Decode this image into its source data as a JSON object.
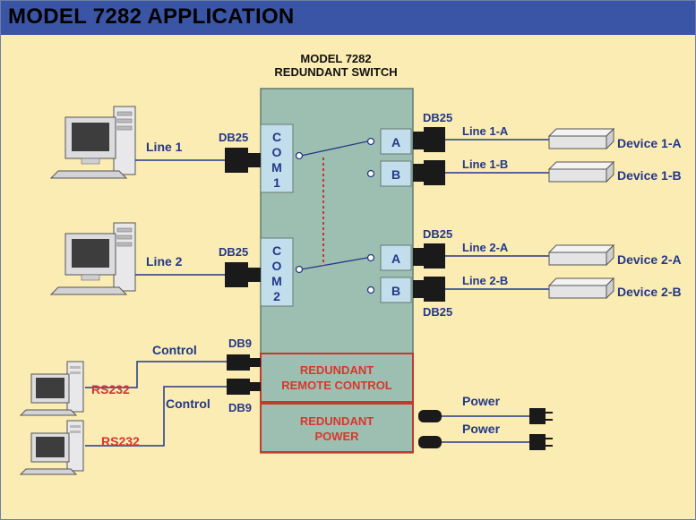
{
  "header": {
    "title": "MODEL 7282 APPLICATION"
  },
  "switch": {
    "title_line1": "MODEL 7282",
    "title_line2": "REDUNDANT SWITCH",
    "com1_letters": [
      "C",
      "O",
      "M",
      "1"
    ],
    "com2_letters": [
      "C",
      "O",
      "M",
      "2"
    ],
    "port_a": "A",
    "port_b": "B",
    "remote_line1": "REDUNDANT",
    "remote_line2": "REMOTE CONTROL",
    "power_line1": "REDUNDANT",
    "power_line2": "POWER"
  },
  "left": {
    "line1": "Line 1",
    "line2": "Line 2",
    "db25_1": "DB25",
    "db25_2": "DB25",
    "control1": "Control",
    "control2": "Control",
    "db9_1": "DB9",
    "db9_2": "DB9",
    "rs232_1": "RS232",
    "rs232_2": "RS232"
  },
  "right": {
    "db25_top1": "DB25",
    "db25_top2": "DB25",
    "db25_bottom": "DB25",
    "line_1a": "Line 1-A",
    "line_1b": "Line 1-B",
    "line_2a": "Line 2-A",
    "line_2b": "Line 2-B",
    "device_1a": "Device 1-A",
    "device_1b": "Device 1-B",
    "device_2a": "Device 2-A",
    "device_2b": "Device 2-B",
    "power1": "Power",
    "power2": "Power"
  },
  "colors": {
    "header_bg": "#3a55a6",
    "page_bg": "#fbecb3",
    "switch_fill": "#9dbfb1",
    "com_fill": "#c2ddeb",
    "label_blue": "#233889",
    "label_red": "#d8372b"
  }
}
